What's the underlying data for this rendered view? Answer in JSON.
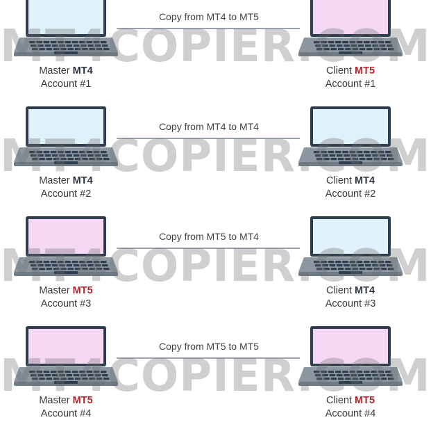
{
  "colors": {
    "mt4_screen": "#dff1fa",
    "mt5_screen": "#f5d9f4",
    "mt5_accent": "#b3232b",
    "laptop_frame": "#2f3e4e",
    "laptop_base": "#8c97a2"
  },
  "watermark": "MT4COPIER.COM",
  "rows": [
    {
      "arrow_label": "Copy from MT4 to MT5",
      "master": {
        "prefix": "Master",
        "platform": "MT4",
        "account": "Account #1"
      },
      "client": {
        "prefix": "Client",
        "platform": "MT5",
        "account": "Account #1"
      }
    },
    {
      "arrow_label": "Copy from MT4 to MT4",
      "master": {
        "prefix": "Master",
        "platform": "MT4",
        "account": "Account #2"
      },
      "client": {
        "prefix": "Client",
        "platform": "MT4",
        "account": "Account #2"
      }
    },
    {
      "arrow_label": "Copy from MT5 to MT4",
      "master": {
        "prefix": "Master",
        "platform": "MT5",
        "account": "Account #3"
      },
      "client": {
        "prefix": "Client",
        "platform": "MT4",
        "account": "Account #3"
      }
    },
    {
      "arrow_label": "Copy from MT5 to MT5",
      "master": {
        "prefix": "Master",
        "platform": "MT5",
        "account": "Account #4"
      },
      "client": {
        "prefix": "Client",
        "platform": "MT5",
        "account": "Account #4"
      }
    }
  ]
}
